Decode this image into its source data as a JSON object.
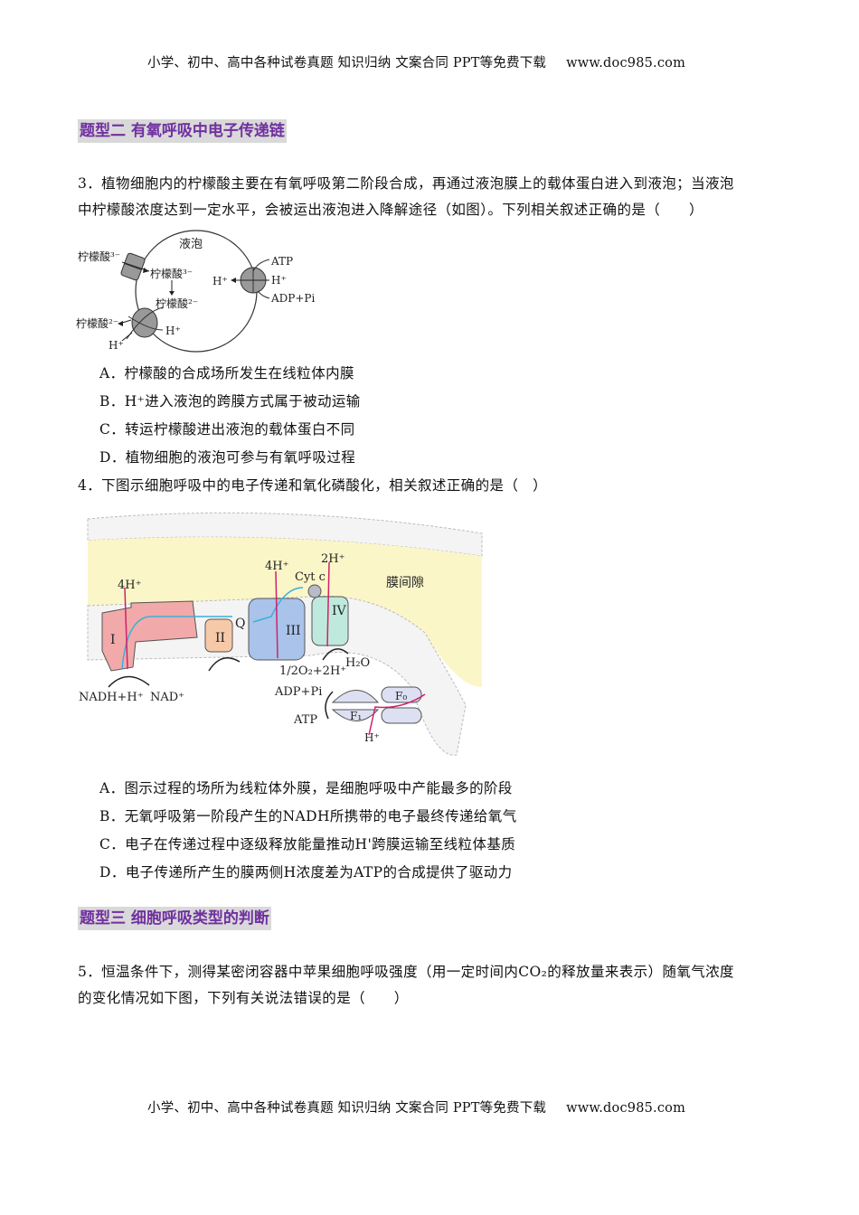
{
  "header": {
    "text": "小学、初中、高中各种试卷真题  知识归纳  文案合同  PPT等免费下载",
    "url": "www.doc985.com"
  },
  "footer": {
    "text": "小学、初中、高中各种试卷真题  知识归纳  文案合同  PPT等免费下载",
    "url": "www.doc985.com"
  },
  "section2": {
    "title": "题型二 有氧呼吸中电子传递链"
  },
  "q3": {
    "lines": [
      "3．植物细胞内的柠檬酸主要在有氧呼吸第二阶段合成，再通过液泡膜上的载体蛋白进入到液泡；当液泡",
      "中柠檬酸浓度达到一定水平，会被运出液泡进入降解途径（如图）。下列相关叙述正确的是（　　）"
    ],
    "figure": {
      "vacuole": "液泡",
      "citrate3_out": "柠檬酸³⁻",
      "citrate3_in": "柠檬酸³⁻",
      "citrate2_in": "柠檬酸²⁻",
      "citrate2_out": "柠檬酸²⁻",
      "h_out": "H⁺",
      "h_in": "H⁺",
      "h_pump_out": "H⁺",
      "atp": "ATP",
      "h_pump_in": "H⁺",
      "adp": "ADP+Pi"
    },
    "options": [
      "A．柠檬酸的合成场所发生在线粒体内膜",
      "B．H⁺进入液泡的跨膜方式属于被动运输",
      "C．转运柠檬酸进出液泡的载体蛋白不同",
      "D．植物细胞的液泡可参与有氧呼吸过程"
    ]
  },
  "q4": {
    "line": "4．下图示细胞呼吸中的电子传递和氧化磷酸化，相关叙述正确的是（　）",
    "figure": {
      "h4_1": "4H⁺",
      "h4_2": "4H⁺",
      "h2": "2H⁺",
      "cytc": "Cyt c",
      "space": "膜间隙",
      "c1": "I",
      "c2": "II",
      "c3": "III",
      "c4": "IV",
      "q": "Q",
      "h2o": "H₂O",
      "o2": "1/2O₂+2H⁺",
      "nadh": "NADH+H⁺",
      "nad": "NAD⁺",
      "adp": "ADP+Pi",
      "atp": "ATP",
      "f0": "F₀",
      "f1": "F₁",
      "hplus": "H⁺"
    },
    "options": [
      "A．图示过程的场所为线粒体外膜，是细胞呼吸中产能最多的阶段",
      "B．无氧呼吸第一阶段产生的NADH所携带的电子最终传递给氧气",
      "C．电子在传递过程中逐级释放能量推动H'跨膜运输至线粒体基质",
      "D．电子传递所产生的膜两侧H浓度差为ATP的合成提供了驱动力"
    ]
  },
  "section3": {
    "title": "题型三 细胞呼吸类型的判断"
  },
  "q5": {
    "lines": [
      "5．恒温条件下，测得某密闭容器中苹果细胞呼吸强度（用一定时间内CO₂的释放量来表示）随氧气浓度",
      "的变化情况如下图，下列有关说法错误的是（　　）"
    ]
  },
  "colors": {
    "section_title": "#7030a0",
    "section_bg": "#d9d9d9"
  }
}
